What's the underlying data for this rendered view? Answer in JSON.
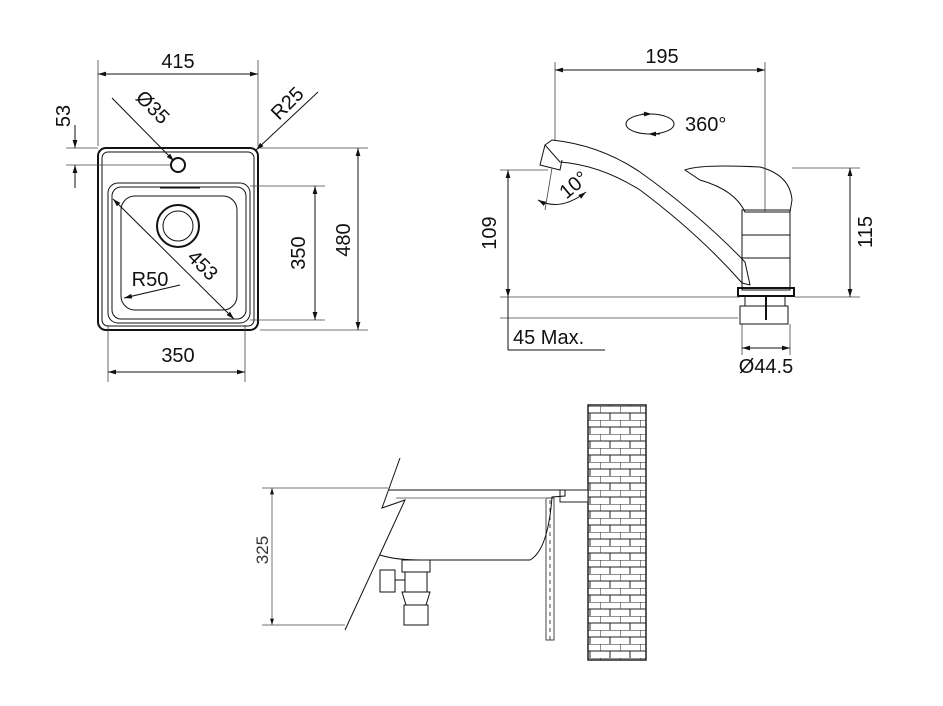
{
  "top_view": {
    "width_label": "415",
    "hole_offset_label": "53",
    "hole_diameter_label": "Ø35",
    "corner_radius_label": "R25",
    "length_label": "480",
    "bowl_length_label": "350",
    "diagonal_label": "453",
    "bowl_radius_label": "R50",
    "bowl_width_label": "350"
  },
  "faucet": {
    "reach_label": "195",
    "rotation_label": "360°",
    "tilt_label": "10°",
    "spout_height_label": "109",
    "total_height_label": "115",
    "deck_thickness_label": "45 Max.",
    "base_diameter_label": "Ø44.5"
  },
  "side_view": {
    "depth_label": "325"
  },
  "colors": {
    "line": "#111111",
    "background": "#ffffff"
  }
}
